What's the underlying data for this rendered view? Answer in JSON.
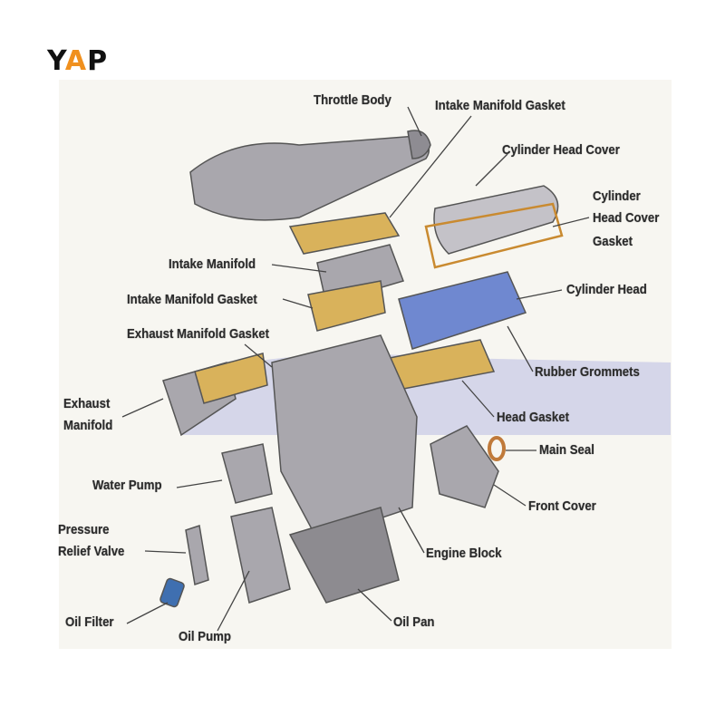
{
  "logo": {
    "letters": [
      "Y",
      "A",
      "P"
    ],
    "colors": {
      "dark": "#111111",
      "accent": "#f0901e"
    }
  },
  "labels": {
    "throttle_body": "Throttle Body",
    "intake_manifold_gasket_top": "Intake Manifold Gasket",
    "cylinder_head_cover": "Cylinder Head Cover",
    "cylinder_head_cover_gasket": [
      "Cylinder",
      "Head Cover",
      "Gasket"
    ],
    "intake_manifold": "Intake Manifold",
    "intake_manifold_gasket": "Intake Manifold Gasket",
    "cylinder_head": "Cylinder Head",
    "exhaust_manifold_gasket": "Exhaust Manifold Gasket",
    "rubber_grommets": "Rubber Grommets",
    "exhaust_manifold": [
      "Exhaust",
      "Manifold"
    ],
    "head_gasket": "Head Gasket",
    "main_seal": "Main Seal",
    "water_pump": "Water Pump",
    "front_cover": "Front Cover",
    "pressure_relief_valve": [
      "Pressure",
      "Relief Valve"
    ],
    "engine_block": "Engine Block",
    "oil_filter": "Oil Filter",
    "oil_pan": "Oil Pan",
    "oil_pump": "Oil Pump"
  }
}
